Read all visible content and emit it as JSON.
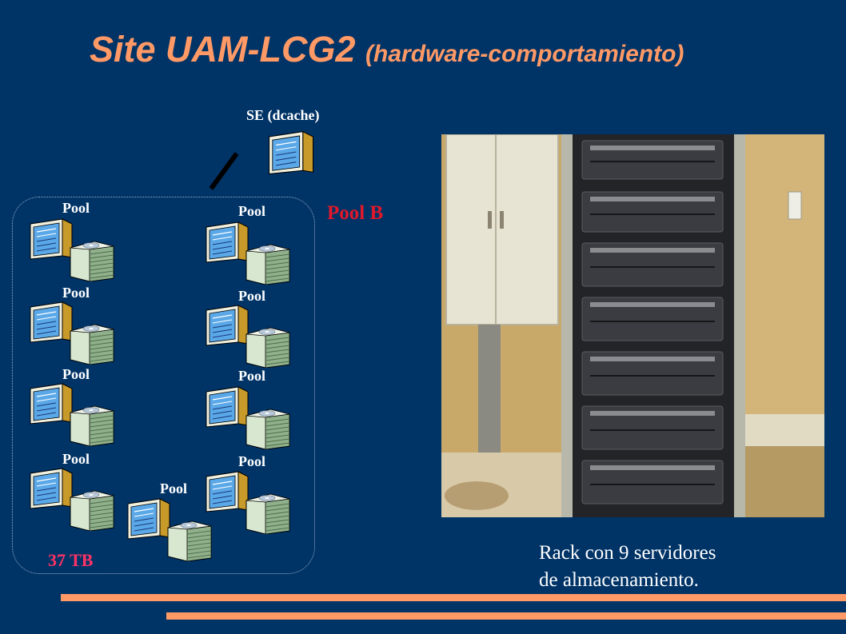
{
  "title": {
    "main": "Site UAM-LCG2",
    "sub": "(hardware-comportamiento)"
  },
  "se_node": {
    "label": "SE (dcache)",
    "icon": "server-tower-icon"
  },
  "pool_group": {
    "name": "Pool B",
    "capacity": "37 TB",
    "pools": [
      {
        "label": "Pool"
      },
      {
        "label": "Pool"
      },
      {
        "label": "Pool"
      },
      {
        "label": "Pool"
      },
      {
        "label": "Pool"
      },
      {
        "label": "Pool"
      },
      {
        "label": "Pool"
      },
      {
        "label": "Pool"
      },
      {
        "label": "Pool"
      }
    ]
  },
  "photo": {
    "subject": "server-rack-photo"
  },
  "caption": {
    "line1": "Rack con 9 servidores",
    "line2": "de almacenamiento."
  },
  "colors": {
    "background": "#003366",
    "title": "#ff9966",
    "pool_group_label": "#e0182c",
    "capacity_label": "#ff3366",
    "accent_bar": "#ff9966"
  }
}
